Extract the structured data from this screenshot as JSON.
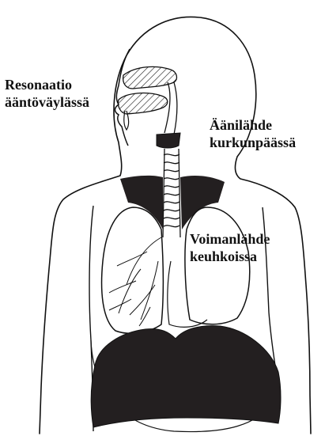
{
  "labels": {
    "resonance": {
      "line1": "Resonaatio",
      "line2": "ääntöväylässä"
    },
    "sound_source": {
      "line1": "Äänilähde",
      "line2": "kurkunpäässä"
    },
    "power_source": {
      "line1": "Voimanlähde",
      "line2": "keuhkoissa"
    }
  },
  "colors": {
    "ink": "#111111",
    "fill_dark": "#231f20",
    "background": "#ffffff"
  }
}
